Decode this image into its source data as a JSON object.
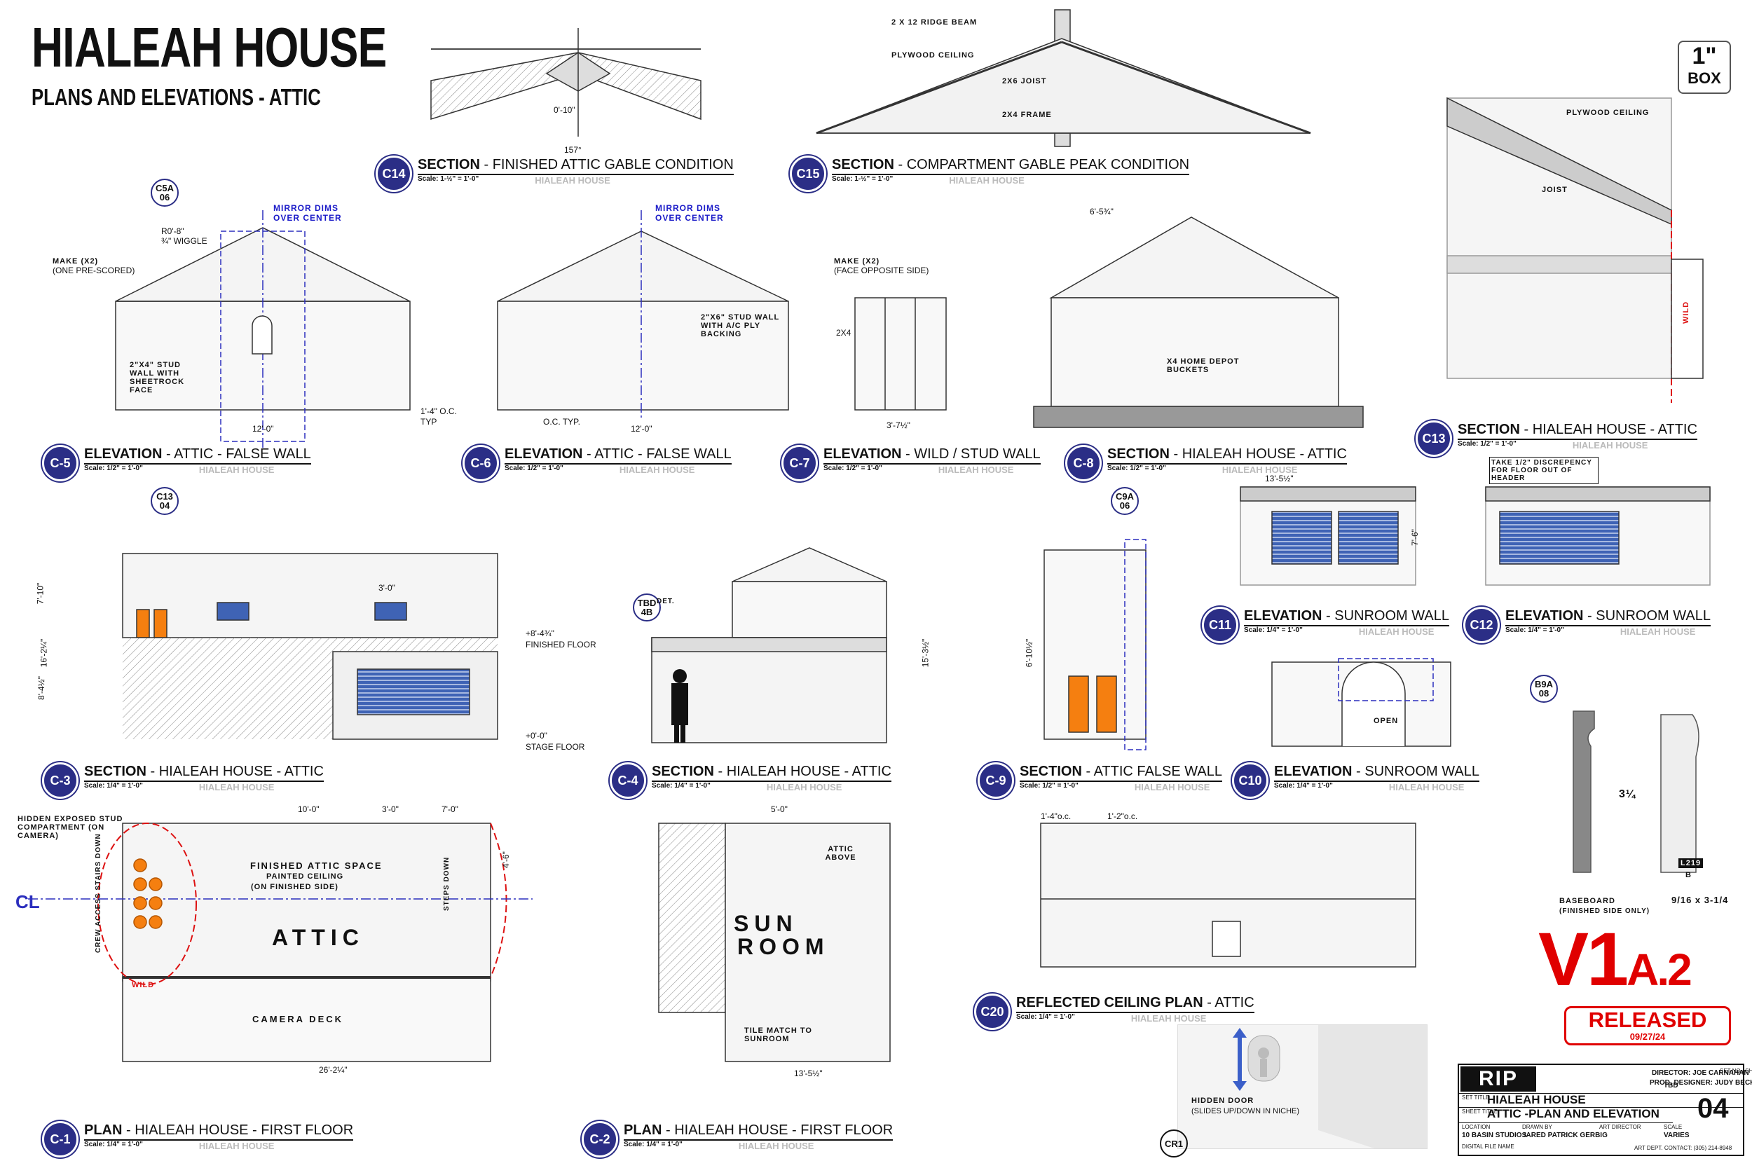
{
  "header": {
    "title": "HIALEAH HOUSE",
    "subtitle": "PLANS AND ELEVATIONS - ATTIC"
  },
  "box_label": {
    "line1": "1\"",
    "line2": "BOX"
  },
  "callouts": [
    {
      "id": "C14",
      "kind": "SECTION",
      "name": "FINISHED ATTIC GABLE CONDITION",
      "scale": "Scale: 1-½\" = 1'-0\"",
      "project": "HIALEAH HOUSE"
    },
    {
      "id": "C15",
      "kind": "SECTION",
      "name": "COMPARTMENT GABLE PEAK CONDITION",
      "scale": "Scale: 1-½\" = 1'-0\"",
      "project": "HIALEAH HOUSE"
    },
    {
      "id": "C-5",
      "kind": "ELEVATION",
      "name": "ATTIC - FALSE WALL",
      "scale": "Scale: 1/2\" = 1'-0\"",
      "project": "HIALEAH HOUSE"
    },
    {
      "id": "C-6",
      "kind": "ELEVATION",
      "name": "ATTIC - FALSE WALL",
      "scale": "Scale: 1/2\" = 1'-0\"",
      "project": "HIALEAH HOUSE"
    },
    {
      "id": "C-7",
      "kind": "ELEVATION",
      "name": "WILD / STUD WALL",
      "scale": "Scale: 1/2\" = 1'-0\"",
      "project": "HIALEAH HOUSE"
    },
    {
      "id": "C-8",
      "kind": "SECTION",
      "name": "HIALEAH HOUSE - ATTIC",
      "scale": "Scale: 1/2\" = 1'-0\"",
      "project": "HIALEAH HOUSE"
    },
    {
      "id": "C13",
      "kind": "SECTION",
      "name": "HIALEAH HOUSE - ATTIC",
      "scale": "Scale: 1/2\" = 1'-0\"",
      "project": "HIALEAH HOUSE"
    },
    {
      "id": "C11",
      "kind": "ELEVATION",
      "name": "SUNROOM WALL",
      "scale": "Scale: 1/4\" = 1'-0\"",
      "project": "HIALEAH HOUSE"
    },
    {
      "id": "C12",
      "kind": "ELEVATION",
      "name": "SUNROOM WALL",
      "scale": "Scale: 1/4\" = 1'-0\"",
      "project": "HIALEAH HOUSE"
    },
    {
      "id": "C-3",
      "kind": "SECTION",
      "name": "HIALEAH HOUSE - ATTIC",
      "scale": "Scale: 1/4\" = 1'-0\"",
      "project": "HIALEAH HOUSE"
    },
    {
      "id": "C-4",
      "kind": "SECTION",
      "name": "HIALEAH HOUSE - ATTIC",
      "scale": "Scale: 1/4\" = 1'-0\"",
      "project": "HIALEAH HOUSE"
    },
    {
      "id": "C-9",
      "kind": "SECTION",
      "name": "ATTIC FALSE WALL",
      "scale": "Scale: 1/2\" = 1'-0\"",
      "project": "HIALEAH HOUSE"
    },
    {
      "id": "C10",
      "kind": "ELEVATION",
      "name": "SUNROOM WALL",
      "scale": "Scale: 1/4\" = 1'-0\"",
      "project": "HIALEAH HOUSE"
    },
    {
      "id": "C20",
      "kind": "REFLECTED CEILING PLAN",
      "name": "ATTIC",
      "scale": "Scale: 1/4\" = 1'-0\"",
      "project": "HIALEAH HOUSE"
    },
    {
      "id": "C-1",
      "kind": "PLAN",
      "name": "HIALEAH HOUSE - FIRST FLOOR",
      "scale": "Scale: 1/4\" = 1'-0\"",
      "project": "HIALEAH HOUSE"
    },
    {
      "id": "C-2",
      "kind": "PLAN",
      "name": "HIALEAH HOUSE - FIRST FLOOR",
      "scale": "Scale: 1/4\" = 1'-0\"",
      "project": "HIALEAH HOUSE"
    }
  ],
  "notes": {
    "ridge_beam": "2 X 12 RIDGE BEAM",
    "plywood_ceiling": "PLYWOOD CEILING",
    "plywood_ceiling_c13": "PLYWOOD CEILING",
    "joist_2x6": "2X6 JOIST",
    "frame_2x4": "2X4 FRAME",
    "joist": "JOIST",
    "mirror_dims_1": "MIRROR DIMS",
    "over_center_1": "OVER CENTER",
    "mirror_dims_2": "MIRROR DIMS",
    "over_center_2": "OVER CENTER",
    "make_x2_a": "MAKE (X2)",
    "one_prescored": "(ONE PRE-SCORED)",
    "make_x2_b": "MAKE (X2)",
    "face_opposite": "(FACE OPPOSITE SIDE)",
    "wiggle_1": "R0'-8\"",
    "wiggle_2": "¾\" WIGGLE",
    "stud_wall_a": "2\"X4\" STUD WALL WITH SHEETROCK FACE",
    "stud_wall_b": "2\"X6\" STUD WALL WITH A/C PLY BACKING",
    "buckets": "X4 HOME DEPOT BUCKETS",
    "finished_floor": "FINISHED FLOOR",
    "stage_floor": "STAGE FLOOR",
    "ff_dim": "+8'-4¾\"",
    "sf_dim": "+0'-0\"",
    "discrepancy": "TAKE 1/2\" DISCREPENCY FOR FLOOR OUT OF HEADER",
    "open": "OPEN",
    "finished_attic": "FINISHED ATTIC SPACE",
    "painted_ceiling": "PAINTED CEILING",
    "on_finished_side": "(ON FINISHED SIDE)",
    "attic_big": "ATTIC",
    "camera_deck": "CAMERA DECK",
    "hidden_exposed": "HIDDEN EXPOSED STUD COMPARTMENT (ON CAMERA)",
    "crew_access": "CREW ACCESS STAIRS DOWN",
    "steps_down": "STEPS DOWN",
    "attic_above": "ATTIC ABOVE",
    "sun": "SUN",
    "room": "ROOM",
    "tile_match": "TILE MATCH TO SUNROOM",
    "hidden_door": "HIDDEN DOOR",
    "slides": "(SLIDES UP/DOWN IN NICHE)",
    "cr1": "CR1",
    "baseboard": "BASEBOARD",
    "finished_side_only": "(FINISHED SIDE ONLY)",
    "l219": "L219",
    "l219b": "B",
    "molding_size": "9/16 x 3-1/4",
    "molding_height": "3¼",
    "wild": "WILD",
    "cl": "CL",
    "tbd": "TBD",
    "det": "DET."
  },
  "detail_tags": [
    {
      "top": "C5A",
      "bottom": "06"
    },
    {
      "top": "C13",
      "bottom": "04"
    },
    {
      "top": "C9A",
      "bottom": "06"
    },
    {
      "top": "TBD",
      "bottom": "4B"
    },
    {
      "top": "B9A",
      "bottom": "08"
    }
  ],
  "revision": {
    "main": "V1",
    "suffix": "A.2",
    "status": "RELEASED",
    "date": "09/27/24"
  },
  "title_block": {
    "logo": "RIP",
    "director": "DIRECTOR: JOE CARNAHAN",
    "designer": "PROD. DESIGNER: JUDY BECKER",
    "set_title": "HIALEAH HOUSE",
    "sheet_title": "ATTIC -PLAN AND ELEVATION",
    "location": "10 BASIN STUDIOS",
    "drawn_by": "JARED PATRICK GERBIG",
    "scale": "VARIES",
    "date_label": "TBD",
    "sheet_no": "04",
    "footer": "ART DEPT. CONTACT: (305) 214-8948",
    "set_title_lbl": "SET TITLE",
    "sheet_title_lbl": "SHEET TITLE",
    "location_lbl": "LOCATION",
    "drawn_lbl": "DRAWN BY",
    "art_dir_lbl": "ART DIRECTOR",
    "digital_file_lbl": "DIGITAL FILE NAME",
    "set_no_lbl": "SET NO./ SHEET NO.",
    "scale_lbl": "SCALE"
  },
  "dims": {
    "d_0_10": "0'-10\"",
    "d_157": "157°",
    "d_12_0_a": "12'-0\"",
    "d_12_0_b": "12'-0\"",
    "d_3_7": "3'-7½\"",
    "d_16_2": "16'-2¼\"",
    "d_26_2": "26'-2¼\"",
    "d_13_5": "13'-5½\"",
    "d_10_0": "10'-0\"",
    "d_3_0": "3'-0\"",
    "d_7_0": "7'-0\"",
    "d_5_0": "5'-0\"",
    "d_15_3": "15'-3½\"",
    "d_1_4oc": "1'-4\" O.C.",
    "typ": "TYP",
    "o_c_typ": "O.C. TYP.",
    "d_2x4": "2X4",
    "d_1_2oc": "1'-2\"o.c.",
    "d_1_4oc_b": "1'-4\"o.c.",
    "d_6_5": "6'-5¾\"",
    "d_7_10": "7'-10\"",
    "d_8_4": "8'-4½\"",
    "d_4_6": "4'-6\"",
    "d_6_10": "6'-10½\"",
    "d_7_6": "7'-6\""
  }
}
